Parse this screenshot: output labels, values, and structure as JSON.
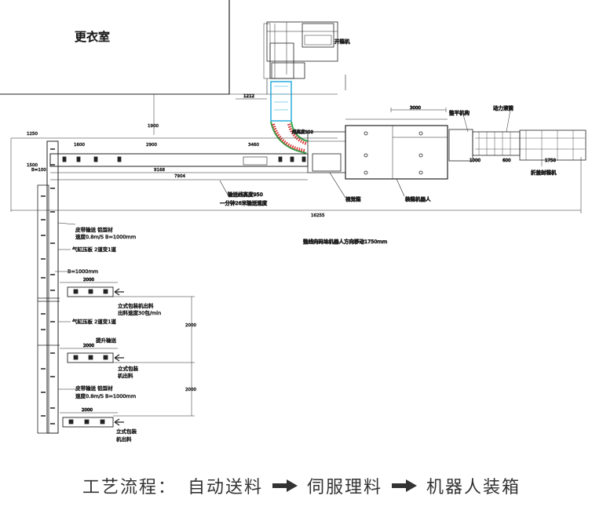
{
  "rooms": {
    "locker_room": "更衣室"
  },
  "labels": {
    "case_erector": "开箱机",
    "line_height": "线高度950",
    "vision_box": "视觉箱",
    "packing_robot": "装箱机器人",
    "flattening": "整平机构",
    "power_roller": "动力滚筒",
    "folding_sealer": "折盖封箱机",
    "conveyor_height": "输送线高度950",
    "conveyor_speed": "一分钟26米输送速度",
    "line_shift_note": "整线向码垛机器人方向移动1750mm",
    "belt_1_line1": "皮带输送 铝型材",
    "belt_1_line2": "速度0.8m/S  B=1000mm",
    "cyl_1": "气缸压板 2道变1道",
    "b_width": "B=1000mm",
    "pack_1_line1": "立式包装机出料",
    "pack_1_line2": "出料速度30包/min",
    "cyl_2": "气缸压板 2道变1道",
    "lift": "提升输送",
    "pack_2_line1": "立式包装",
    "pack_2_line2": "机出料",
    "belt_2_line1": "皮带输送 铝型材",
    "belt_2_line2": "速度0.8m/S  B=1000mm",
    "pack_3_line1": "立式包装",
    "pack_3_line2": "机出料"
  },
  "dimensions": {
    "d1212": "1212",
    "d1900": "1900",
    "d3000": "3000",
    "d1250": "1250",
    "d1600": "1600",
    "d2900": "2900",
    "d3460": "3460",
    "d1500": "1500",
    "d1000_top": "B=100",
    "d9168": "9168",
    "d7904": "7904",
    "d16255": "16255",
    "d1000_right": "1000",
    "d600": "600",
    "d1750": "1750",
    "d2000_a": "2000",
    "d2000_b": "2000",
    "d2000_c": "2000",
    "d2000_v1": "2000",
    "d2000_v2": "2000"
  },
  "process": {
    "prefix": "工艺流程：",
    "step1": "自动送料",
    "step2": "伺服理料",
    "step3": "机器人装箱"
  }
}
